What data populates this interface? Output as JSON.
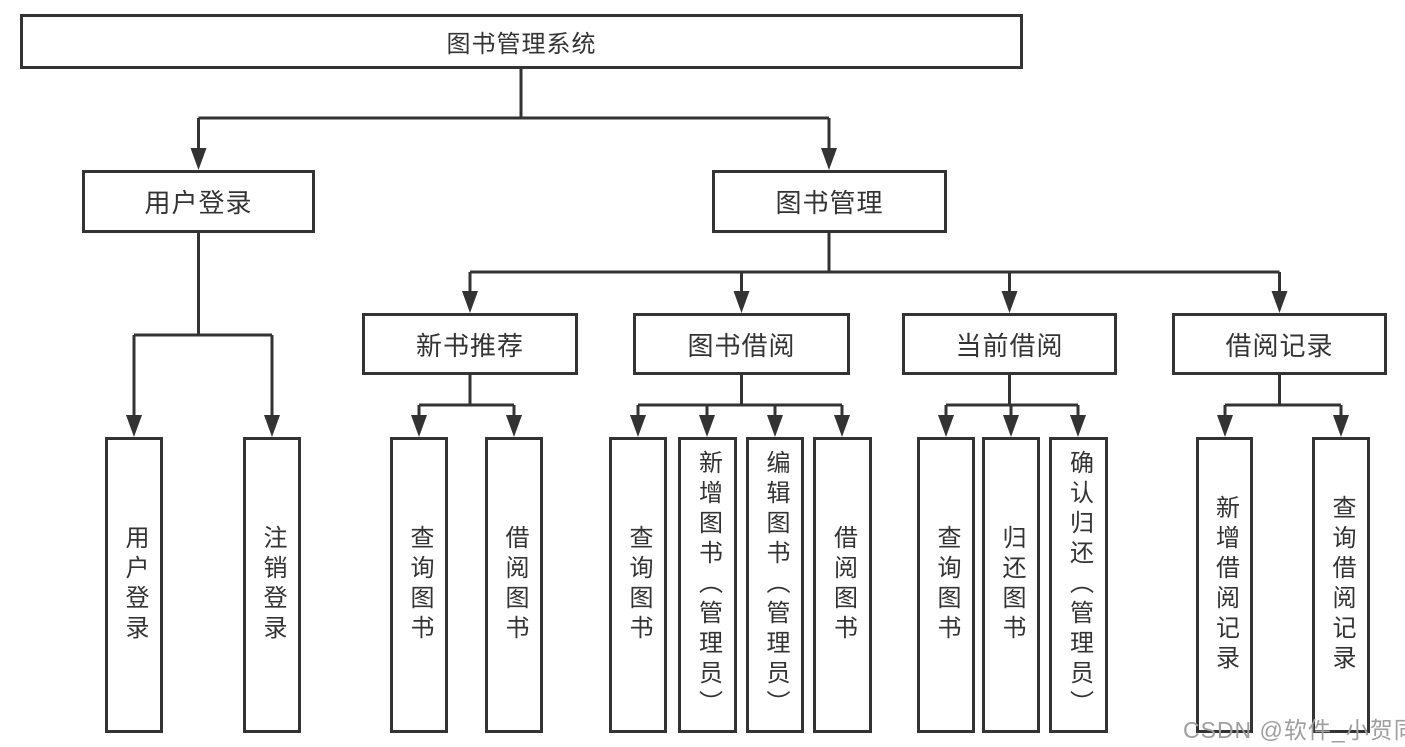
{
  "diagram": {
    "root": {
      "label": "图书管理系统"
    },
    "branches": {
      "user_login": {
        "label": "用户登录",
        "children": {
          "login": {
            "label": "用户登录"
          },
          "logout": {
            "label": "注销登录"
          }
        }
      },
      "book_management": {
        "label": "图书管理",
        "children": {
          "new_book_recommendation": {
            "label": "新书推荐",
            "children": {
              "query_books": {
                "label": "查询图书"
              },
              "borrow_books": {
                "label": "借阅图书"
              }
            }
          },
          "book_borrowing": {
            "label": "图书借阅",
            "children": {
              "query_books": {
                "label": "查询图书"
              },
              "add_books_admin": {
                "label": "新增图书（管理员）"
              },
              "edit_books_admin": {
                "label": "编辑图书（管理员）"
              },
              "borrow_books": {
                "label": "借阅图书"
              }
            }
          },
          "current_borrowing": {
            "label": "当前借阅",
            "children": {
              "query_books": {
                "label": "查询图书"
              },
              "return_books": {
                "label": "归还图书"
              },
              "confirm_return_admin": {
                "label": "确认归还（管理员）"
              }
            }
          },
          "borrowing_records": {
            "label": "借阅记录",
            "children": {
              "add_borrow_record": {
                "label": "新增借阅记录"
              },
              "query_borrow_record": {
                "label": "查询借阅记录"
              }
            }
          }
        }
      }
    },
    "watermark": "CSDN @软件_小贺同学",
    "colors": {
      "line": "#333333",
      "text": "#333333",
      "watermark": "#9e9e9e",
      "background": "#ffffff"
    }
  }
}
